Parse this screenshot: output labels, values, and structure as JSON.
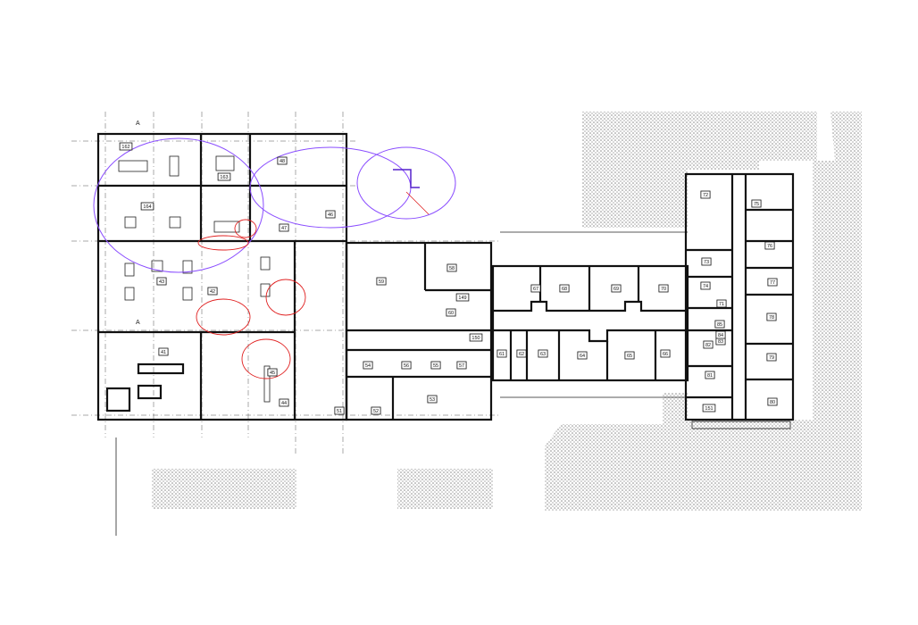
{
  "drawing": {
    "type": "architectural floor plan",
    "colors": {
      "walls": "#111111",
      "markup_red": "#e02020",
      "markup_purple": "#8a4dff",
      "hatch": "#9a9a9a"
    },
    "grid_marker": "A",
    "rooms": [
      "162",
      "163",
      "164",
      "48",
      "47",
      "46",
      "43",
      "42",
      "41",
      "44",
      "45",
      "59",
      "58",
      "149",
      "60",
      "150",
      "54",
      "56",
      "55",
      "57",
      "51",
      "52",
      "53",
      "61",
      "62",
      "63",
      "64",
      "65",
      "66",
      "67",
      "68",
      "69",
      "70",
      "71",
      "72",
      "73",
      "74",
      "75",
      "76",
      "77",
      "78",
      "79",
      "80",
      "81",
      "82",
      "83",
      "84",
      "85",
      "151"
    ]
  }
}
